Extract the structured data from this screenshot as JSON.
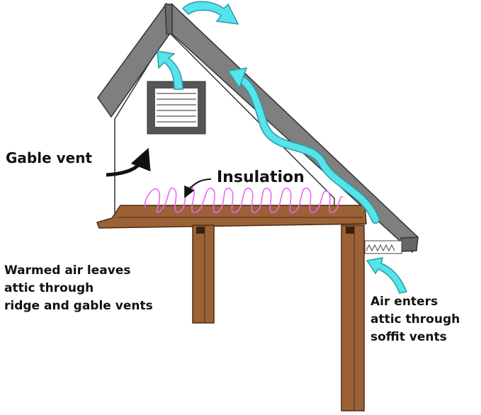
{
  "labels": {
    "gable_vent": "Gable vent",
    "insulation": "Insulation",
    "warmed_air": [
      "Warmed air leaves",
      "attic through",
      "ridge and gable vents"
    ],
    "air_enters": [
      "Air enters",
      "attic through",
      "soffit vents"
    ]
  },
  "colors": {
    "roof": "#7f7f7f",
    "roof_outline": "#3a3a3a",
    "airflow": "#55e3ec",
    "lumber": "#9b6238",
    "lumber_outline": "#4e2a12",
    "insulation": "#ee66ee",
    "wall": "#ffffff"
  }
}
